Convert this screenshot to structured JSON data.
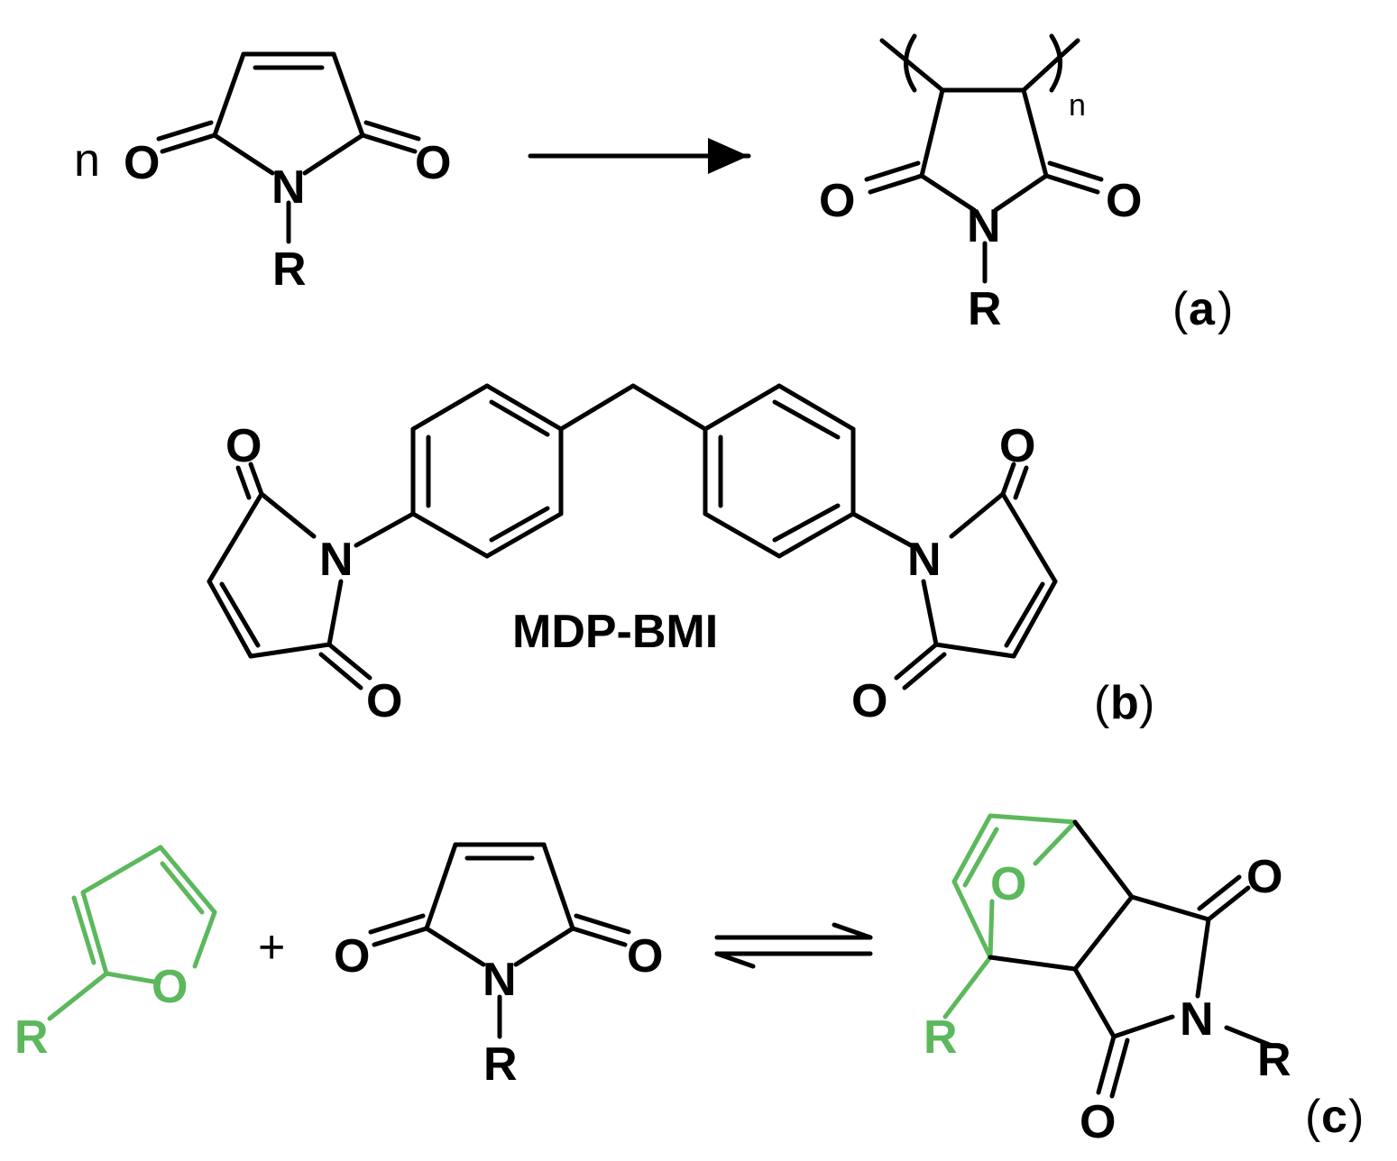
{
  "atoms": {
    "oxygen": "O",
    "nitrogen": "N",
    "substituent": "R"
  },
  "polymer_repeat": "n",
  "plus_sign": "+",
  "compound_name": "MDP-BMI",
  "panel_labels": {
    "a": [
      "(",
      "a",
      ")"
    ],
    "b": [
      "(",
      "b",
      ")"
    ],
    "c": [
      "(",
      "c",
      ")"
    ]
  },
  "colors": {
    "bond": "#000000",
    "furan": "#5cb85c"
  }
}
